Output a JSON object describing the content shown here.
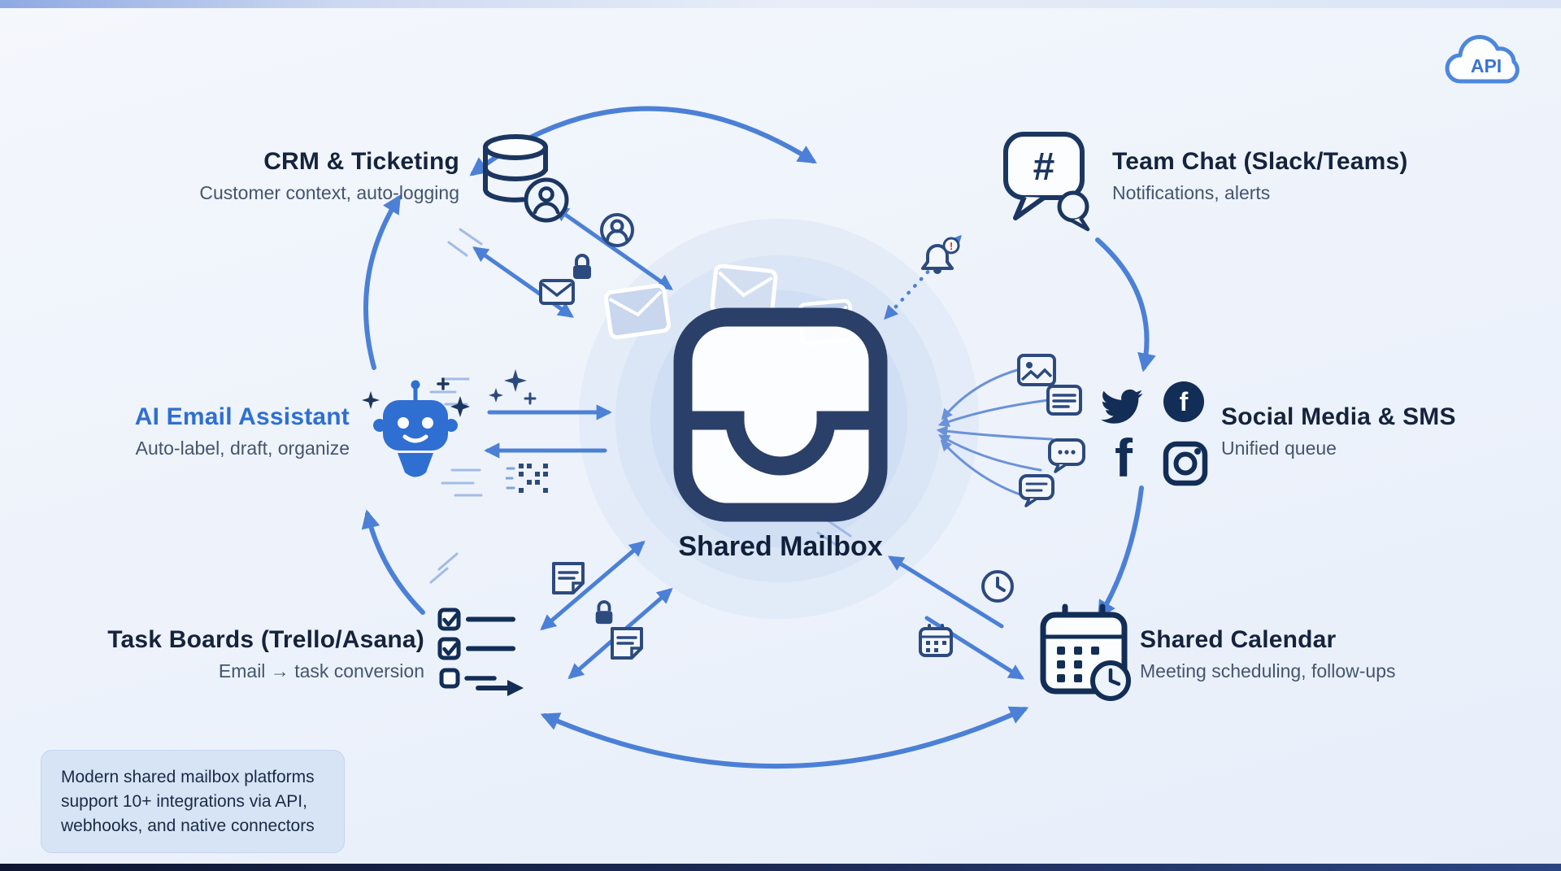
{
  "colors": {
    "background": "#eef2fa",
    "arrow_blue": "#4b80d6",
    "heading": "#15233d",
    "subtext": "#44556e",
    "accent_blue": "#2f6fd2",
    "icon_navy": "#122e57",
    "note_background": "#d6e4f6"
  },
  "api_badge": {
    "label": "API",
    "icon": "cloud-icon"
  },
  "center": {
    "title": "Shared Mailbox",
    "icon": "inbox-icon"
  },
  "nodes": {
    "crm": {
      "title": "CRM & Ticketing",
      "subtitle": "Customer context, auto-logging",
      "icon": "database-user-icon"
    },
    "team_chat": {
      "title": "Team Chat (Slack/Teams)",
      "subtitle": "Notifications, alerts",
      "icon": "hashtag-chat-bubble-icon"
    },
    "ai_assistant": {
      "title": "AI Email Assistant",
      "subtitle": "Auto-label, draft, organize",
      "icon": "robot-icon"
    },
    "social": {
      "title": "Social Media & SMS",
      "subtitle": "Unified queue",
      "icons": [
        "twitter-icon",
        "facebook-circle-icon",
        "facebook-f-icon",
        "instagram-icon"
      ]
    },
    "task_boards": {
      "title": "Task Boards (Trello/Asana)",
      "subtitle": "Email → task conversion",
      "icon": "checklist-arrow-icon"
    },
    "calendar": {
      "title": "Shared Calendar",
      "subtitle": "Meeting scheduling, follow-ups",
      "icon": "calendar-clock-icon"
    }
  },
  "glyphs": {
    "hashtag": "#",
    "facebook_f": "f",
    "alert": "!"
  },
  "flow_icons": [
    "user-avatar-icon",
    "lock-icon",
    "envelope-icon",
    "bell-alert-icon",
    "sparkles-icon",
    "data-dots-icon",
    "image-icon",
    "note-icon",
    "chat-dots-icon",
    "chat-lines-icon",
    "sticky-note-icon",
    "clock-icon",
    "mini-calendar-icon"
  ],
  "note": {
    "text": "Modern shared mailbox platforms support 10+ integrations via API, webhooks, and native connectors"
  }
}
